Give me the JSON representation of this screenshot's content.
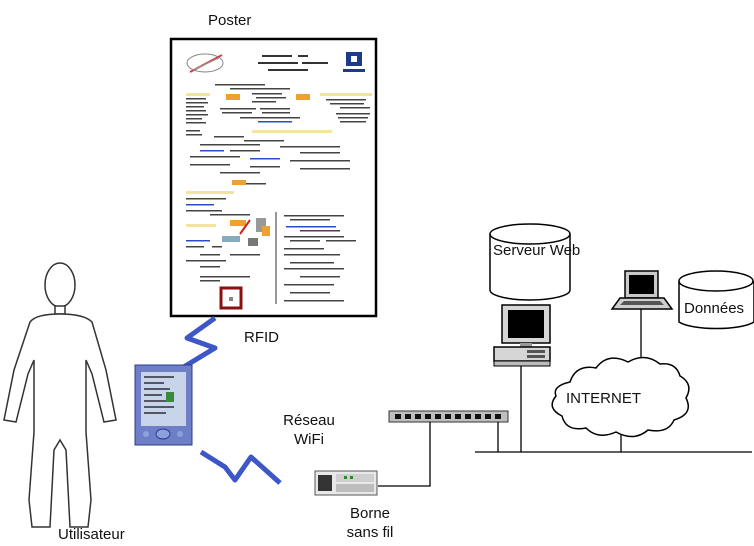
{
  "labels": {
    "poster": "Poster",
    "rfid": "RFID",
    "server": "Serveur Web",
    "data": "Données",
    "internet": "INTERNET",
    "wifi_line1": "Réseau",
    "wifi_line2": "WiFi",
    "borne_line1": "Borne",
    "borne_line2": "sans fil",
    "user": "Utilisateur"
  },
  "colors": {
    "zigzag": "#3d56c8",
    "pda_body": "#6e7fc8",
    "pda_screen": "#c8d4ea",
    "stroke": "#000000"
  }
}
